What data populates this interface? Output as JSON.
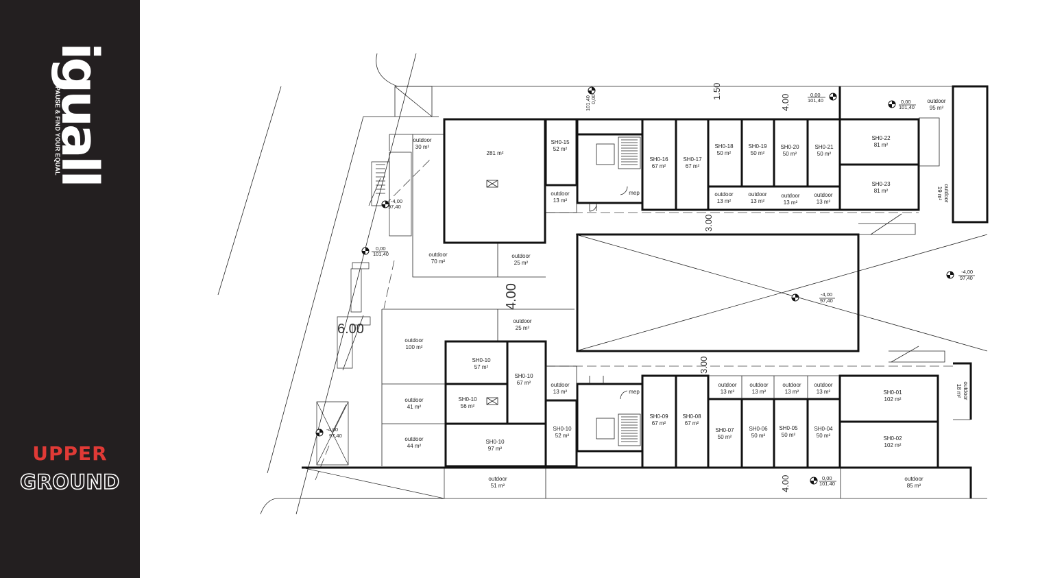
{
  "brand": {
    "logo": "iguall",
    "tagline": "PAUSE & FIND YOUR EQUAL"
  },
  "floor": {
    "line1": "UPPER",
    "line2": "GROUND"
  },
  "colors": {
    "sidebar": "#231f20",
    "accent": "#e03a36",
    "walls": "#111111"
  },
  "units": {
    "sh0_01": {
      "name": "SH0-01",
      "area": "102 m²"
    },
    "sh0_02": {
      "name": "SH0-02",
      "area": "102 m²"
    },
    "sh0_04": {
      "name": "SH0-04",
      "area": "50 m²"
    },
    "sh0_05": {
      "name": "SH0-05",
      "area": "50 m²"
    },
    "sh0_06": {
      "name": "SH0-06",
      "area": "50 m²"
    },
    "sh0_07": {
      "name": "SH0-07",
      "area": "50 m²"
    },
    "sh0_08": {
      "name": "SH0-08",
      "area": "67 m²"
    },
    "sh0_09": {
      "name": "SH0-09",
      "area": "67 m²"
    },
    "sh0_10a": {
      "name": "SH0-10",
      "area": "52 m²"
    },
    "sh0_10b": {
      "name": "SH0-10",
      "area": "97 m²"
    },
    "sh0_10c": {
      "name": "SH0-10",
      "area": "56 m²"
    },
    "sh0_10d": {
      "name": "SH0-10",
      "area": "57 m²"
    },
    "sh0_10e": {
      "name": "SH0-10",
      "area": "67 m²"
    },
    "sh0_15": {
      "name": "SH0-15",
      "area": "52 m²"
    },
    "sh0_16": {
      "name": "SH0-16",
      "area": "67 m²"
    },
    "sh0_17": {
      "name": "SH0-17",
      "area": "67 m²"
    },
    "sh0_18": {
      "name": "SH0-18",
      "area": "50 m²"
    },
    "sh0_19": {
      "name": "SH0-19",
      "area": "50 m²"
    },
    "sh0_20": {
      "name": "SH0-20",
      "area": "50 m²"
    },
    "sh0_21": {
      "name": "SH0-21",
      "area": "50 m²"
    },
    "sh0_22": {
      "name": "SH0-22",
      "area": "81 m²"
    },
    "sh0_23": {
      "name": "SH0-23",
      "area": "81 m²"
    },
    "big_space": {
      "area": "281 m²"
    }
  },
  "outdoor": {
    "label": "outdoor",
    "o30": "30 m²",
    "o70": "70 m²",
    "o25a": "25 m²",
    "o25b": "25 m²",
    "o100": "100 m²",
    "o41": "41 m²",
    "o44": "44 m²",
    "o51": "51 m²",
    "o85": "85 m²",
    "o95": "95 m²",
    "o19": "19 m²",
    "o18": "18 m²",
    "o13": "13 m²"
  },
  "mep": "mep",
  "levels": {
    "l0": "0,00",
    "l101": "101,40",
    "lm4": "-4,00",
    "l97": "97,40",
    "l101b": "101.40"
  },
  "dims": {
    "d150": "1.50",
    "d400": "4.00",
    "d300": "3.00",
    "d600": "6.00"
  }
}
